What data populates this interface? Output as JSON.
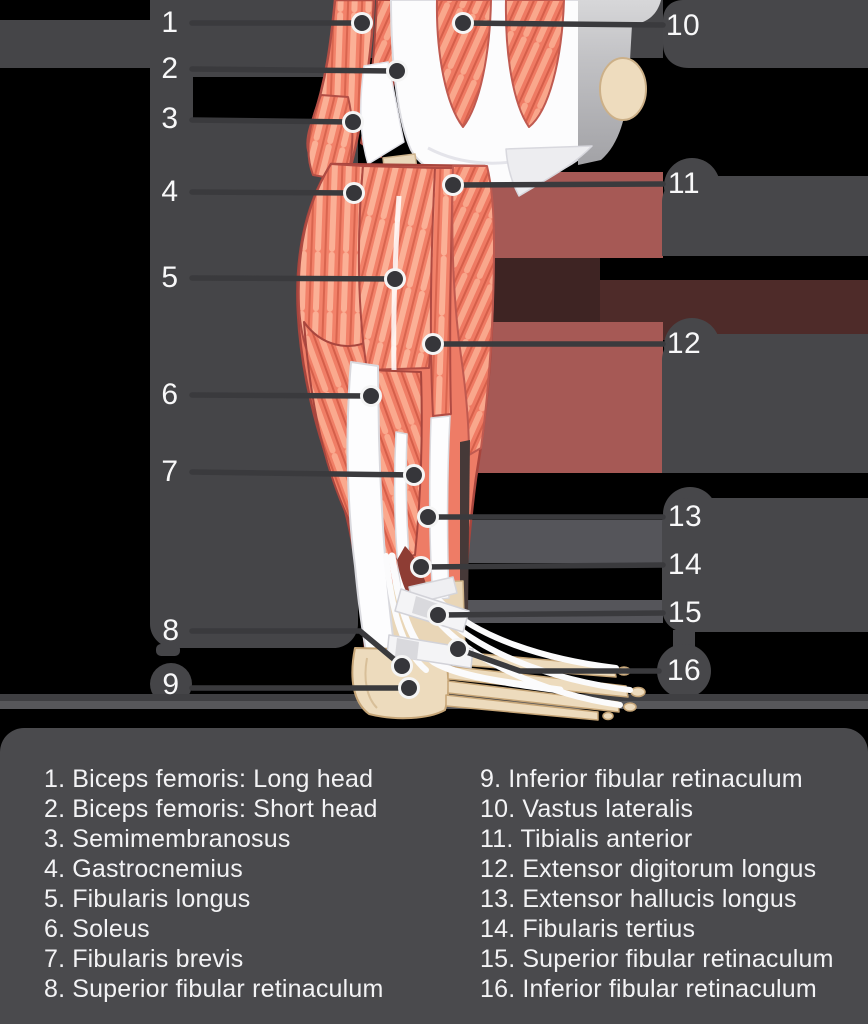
{
  "markers": {
    "left": [
      {
        "n": "1"
      },
      {
        "n": "2"
      },
      {
        "n": "3"
      },
      {
        "n": "4"
      },
      {
        "n": "5"
      },
      {
        "n": "6"
      },
      {
        "n": "7"
      },
      {
        "n": "8"
      },
      {
        "n": "9"
      }
    ],
    "right": [
      {
        "n": "10"
      },
      {
        "n": "11"
      },
      {
        "n": "12"
      },
      {
        "n": "13"
      },
      {
        "n": "14"
      },
      {
        "n": "15"
      },
      {
        "n": "16"
      }
    ]
  },
  "legend": {
    "left": [
      {
        "num": "1.",
        "name": "Biceps femoris: Long head"
      },
      {
        "num": "2.",
        "name": "Biceps femoris: Short head"
      },
      {
        "num": "3.",
        "name": "Semimembranosus"
      },
      {
        "num": "4.",
        "name": "Gastrocnemius"
      },
      {
        "num": "5.",
        "name": "Fibularis longus"
      },
      {
        "num": "6.",
        "name": "Soleus"
      },
      {
        "num": "7.",
        "name": "Fibularis brevis"
      },
      {
        "num": "8.",
        "name": "Superior fibular retinaculum"
      }
    ],
    "right": [
      {
        "num": "9.",
        "name": "Inferior fibular retinaculum"
      },
      {
        "num": "10.",
        "name": "Vastus lateralis"
      },
      {
        "num": "11.",
        "name": "Tibialis anterior"
      },
      {
        "num": "12.",
        "name": "Extensor digitorum longus"
      },
      {
        "num": "13.",
        "name": "Extensor hallucis longus"
      },
      {
        "num": "14.",
        "name": "Fibularis tertius"
      },
      {
        "num": "15.",
        "name": "Superior fibular retinaculum"
      },
      {
        "num": "16.",
        "name": "Inferior fibular retinaculum"
      }
    ]
  },
  "colors": {
    "background": "#000000",
    "panel": "#454548",
    "label_box": "#47474a",
    "legend_panel": "#4a4a4d",
    "text": "#f7f7f8",
    "leader_line": "#3a3a3d",
    "muscle": "#f28169",
    "muscle_highlight": "#fbb096",
    "muscle_outline": "#b34e45",
    "tendon_white": "#fdfdfe",
    "bone_cream": "#eddbbd",
    "glow_red": "#a65955",
    "glow_maroon": "#4e2b29"
  }
}
